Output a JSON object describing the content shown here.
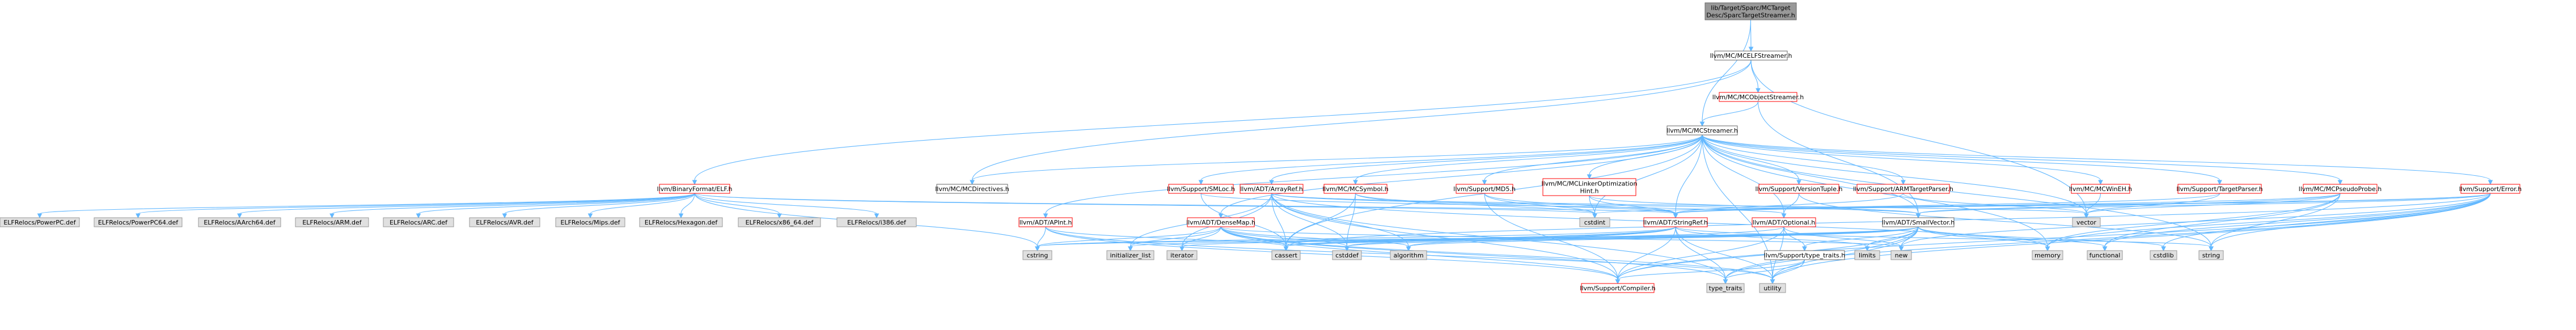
{
  "colors": {
    "root_fill": "#999999",
    "root_border": "#666666",
    "link_fill": "#ffffff",
    "link_border": "#666666",
    "red_border": "#ff0000",
    "ext_fill": "#e0e0e0",
    "ext_border": "#999999",
    "edge": "#63b8ff"
  },
  "nodes": [
    {
      "id": "root",
      "label": "lib/Target/Sparc/MCTarget\nDesc/SparcTargetStreamer.h",
      "kind": "root"
    },
    {
      "id": "mcelf",
      "label": "llvm/MC/MCELFStreamer.h",
      "kind": "link"
    },
    {
      "id": "mcobj",
      "label": "llvm/MC/MCObjectStreamer.h",
      "kind": "red"
    },
    {
      "id": "mcstreamer",
      "label": "llvm/MC/MCStreamer.h",
      "kind": "link"
    },
    {
      "id": "bfelf",
      "label": "llvm/BinaryFormat/ELF.h",
      "kind": "red"
    },
    {
      "id": "mcdirectives",
      "label": "llvm/MC/MCDirectives.h",
      "kind": "link"
    },
    {
      "id": "smloc",
      "label": "llvm/Support/SMLoc.h",
      "kind": "red"
    },
    {
      "id": "arrayref",
      "label": "llvm/ADT/ArrayRef.h",
      "kind": "red"
    },
    {
      "id": "mcsymbol",
      "label": "llvm/MC/MCSymbol.h",
      "kind": "red"
    },
    {
      "id": "md5",
      "label": "llvm/Support/MD5.h",
      "kind": "red"
    },
    {
      "id": "linkeropt",
      "label": "llvm/MC/MCLinkerOptimization\nHint.h",
      "kind": "red"
    },
    {
      "id": "versiontuple",
      "label": "llvm/Support/VersionTuple.h",
      "kind": "red"
    },
    {
      "id": "armtp",
      "label": "llvm/Support/ARMTargetParser.h",
      "kind": "red"
    },
    {
      "id": "mcwineh",
      "label": "llvm/MC/MCWinEH.h",
      "kind": "red"
    },
    {
      "id": "targetparser",
      "label": "llvm/Support/TargetParser.h",
      "kind": "red"
    },
    {
      "id": "pseudoprobe",
      "label": "llvm/MC/MCPseudoProbe.h",
      "kind": "red"
    },
    {
      "id": "error",
      "label": "llvm/Support/Error.h",
      "kind": "red"
    },
    {
      "id": "apint",
      "label": "llvm/ADT/APInt.h",
      "kind": "red"
    },
    {
      "id": "densemap",
      "label": "llvm/ADT/DenseMap.h",
      "kind": "red"
    },
    {
      "id": "stringref",
      "label": "llvm/ADT/StringRef.h",
      "kind": "red"
    },
    {
      "id": "optional",
      "label": "llvm/ADT/Optional.h",
      "kind": "red"
    },
    {
      "id": "smallvector",
      "label": "llvm/ADT/SmallVector.h",
      "kind": "link"
    },
    {
      "id": "typetraitsh",
      "label": "llvm/Support/type_traits.h",
      "kind": "link"
    },
    {
      "id": "compiler",
      "label": "llvm/Support/Compiler.h",
      "kind": "red"
    },
    {
      "id": "cstdint",
      "label": "cstdint",
      "kind": "ext"
    },
    {
      "id": "vector",
      "label": "vector",
      "kind": "ext"
    },
    {
      "id": "ppc",
      "label": "ELFRelocs/PowerPC.def",
      "kind": "ext"
    },
    {
      "id": "ppc64",
      "label": "ELFRelocs/PowerPC64.def",
      "kind": "ext"
    },
    {
      "id": "aarch64",
      "label": "ELFRelocs/AArch64.def",
      "kind": "ext"
    },
    {
      "id": "armdef",
      "label": "ELFRelocs/ARM.def",
      "kind": "ext"
    },
    {
      "id": "arcdef",
      "label": "ELFRelocs/ARC.def",
      "kind": "ext"
    },
    {
      "id": "avrdef",
      "label": "ELFRelocs/AVR.def",
      "kind": "ext"
    },
    {
      "id": "mipsdef",
      "label": "ELFRelocs/Mips.def",
      "kind": "ext"
    },
    {
      "id": "hexdef",
      "label": "ELFRelocs/Hexagon.def",
      "kind": "ext"
    },
    {
      "id": "x8664def",
      "label": "ELFRelocs/x86_64.def",
      "kind": "ext"
    },
    {
      "id": "i386def",
      "label": "ELFRelocs/i386.def",
      "kind": "ext"
    },
    {
      "id": "cstring",
      "label": "cstring",
      "kind": "ext"
    },
    {
      "id": "initlist",
      "label": "initializer_list",
      "kind": "ext"
    },
    {
      "id": "iterator",
      "label": "iterator",
      "kind": "ext"
    },
    {
      "id": "cassert",
      "label": "cassert",
      "kind": "ext"
    },
    {
      "id": "cstddef",
      "label": "cstddef",
      "kind": "ext"
    },
    {
      "id": "algorithm",
      "label": "algorithm",
      "kind": "ext"
    },
    {
      "id": "limits",
      "label": "limits",
      "kind": "ext"
    },
    {
      "id": "new",
      "label": "new",
      "kind": "ext"
    },
    {
      "id": "memory",
      "label": "memory",
      "kind": "ext"
    },
    {
      "id": "functional",
      "label": "functional",
      "kind": "ext"
    },
    {
      "id": "cstdlib",
      "label": "cstdlib",
      "kind": "ext"
    },
    {
      "id": "string",
      "label": "string",
      "kind": "ext"
    },
    {
      "id": "typetraits",
      "label": "type_traits",
      "kind": "ext"
    },
    {
      "id": "utility",
      "label": "utility",
      "kind": "ext"
    }
  ],
  "edges": [
    [
      "root",
      "mcelf"
    ],
    [
      "root",
      "mcstreamer"
    ],
    [
      "mcelf",
      "mcobj"
    ],
    [
      "mcelf",
      "bfelf"
    ],
    [
      "mcelf",
      "mcdirectives"
    ],
    [
      "mcelf",
      "vector"
    ],
    [
      "mcobj",
      "mcstreamer"
    ],
    [
      "mcobj",
      "smallvector"
    ],
    [
      "mcstreamer",
      "mcdirectives"
    ],
    [
      "mcstreamer",
      "smloc"
    ],
    [
      "mcstreamer",
      "arrayref"
    ],
    [
      "mcstreamer",
      "mcsymbol"
    ],
    [
      "mcstreamer",
      "md5"
    ],
    [
      "mcstreamer",
      "linkeropt"
    ],
    [
      "mcstreamer",
      "versiontuple"
    ],
    [
      "mcstreamer",
      "armtp"
    ],
    [
      "mcstreamer",
      "mcwineh"
    ],
    [
      "mcstreamer",
      "targetparser"
    ],
    [
      "mcstreamer",
      "pseudoprobe"
    ],
    [
      "mcstreamer",
      "error"
    ],
    [
      "mcstreamer",
      "apint"
    ],
    [
      "mcstreamer",
      "densemap"
    ],
    [
      "mcstreamer",
      "stringref"
    ],
    [
      "mcstreamer",
      "optional"
    ],
    [
      "mcstreamer",
      "smallvector"
    ],
    [
      "mcstreamer",
      "cstdint"
    ],
    [
      "mcstreamer",
      "vector"
    ],
    [
      "mcstreamer",
      "cassert"
    ],
    [
      "mcstreamer",
      "memory"
    ],
    [
      "mcstreamer",
      "string"
    ],
    [
      "mcstreamer",
      "utility"
    ],
    [
      "bfelf",
      "ppc"
    ],
    [
      "bfelf",
      "ppc64"
    ],
    [
      "bfelf",
      "aarch64"
    ],
    [
      "bfelf",
      "armdef"
    ],
    [
      "bfelf",
      "arcdef"
    ],
    [
      "bfelf",
      "avrdef"
    ],
    [
      "bfelf",
      "mipsdef"
    ],
    [
      "bfelf",
      "hexdef"
    ],
    [
      "bfelf",
      "x8664def"
    ],
    [
      "bfelf",
      "i386def"
    ],
    [
      "bfelf",
      "stringref"
    ],
    [
      "bfelf",
      "cstdint"
    ],
    [
      "bfelf",
      "cstring"
    ],
    [
      "smloc",
      "optional"
    ],
    [
      "smloc",
      "cassert"
    ],
    [
      "arrayref",
      "compiler"
    ],
    [
      "arrayref",
      "smallvector"
    ],
    [
      "arrayref",
      "algorithm"
    ],
    [
      "arrayref",
      "array_placeholder"
    ],
    [
      "arrayref",
      "cassert"
    ],
    [
      "arrayref",
      "cstddef"
    ],
    [
      "arrayref",
      "initlist"
    ],
    [
      "arrayref",
      "iterator"
    ],
    [
      "arrayref",
      "memory"
    ],
    [
      "arrayref",
      "typetraits"
    ],
    [
      "arrayref",
      "vector"
    ],
    [
      "mcsymbol",
      "stringref"
    ],
    [
      "mcsymbol",
      "cassert"
    ],
    [
      "mcsymbol",
      "cstddef"
    ],
    [
      "mcsymbol",
      "cstdint"
    ],
    [
      "md5",
      "stringref"
    ],
    [
      "md5",
      "cstdint"
    ],
    [
      "md5",
      "compiler"
    ],
    [
      "linkeropt",
      "stringref"
    ],
    [
      "linkeropt",
      "smallvector"
    ],
    [
      "linkeropt",
      "cstdint"
    ],
    [
      "versiontuple",
      "optional"
    ],
    [
      "versiontuple",
      "string"
    ],
    [
      "armtp",
      "stringref"
    ],
    [
      "armtp",
      "vector"
    ],
    [
      "mcwineh",
      "vector"
    ],
    [
      "targetparser",
      "stringref"
    ],
    [
      "targetparser",
      "vector"
    ],
    [
      "pseudoprobe",
      "smallvector"
    ],
    [
      "pseudoprobe",
      "stringref"
    ],
    [
      "pseudoprobe",
      "memory"
    ],
    [
      "pseudoprobe",
      "string"
    ],
    [
      "pseudoprobe",
      "vector"
    ],
    [
      "pseudoprobe",
      "functional"
    ],
    [
      "error",
      "stringref"
    ],
    [
      "error",
      "smallvector"
    ],
    [
      "error",
      "compiler"
    ],
    [
      "error",
      "cassert"
    ],
    [
      "error",
      "cstdint"
    ],
    [
      "error",
      "cstdlib"
    ],
    [
      "error",
      "functional"
    ],
    [
      "error",
      "memory"
    ],
    [
      "error",
      "new"
    ],
    [
      "error",
      "string"
    ],
    [
      "error",
      "typetraits"
    ],
    [
      "error",
      "utility"
    ],
    [
      "apint",
      "compiler"
    ],
    [
      "apint",
      "cassert"
    ],
    [
      "apint",
      "cstring"
    ],
    [
      "apint",
      "utility"
    ],
    [
      "densemap",
      "compiler"
    ],
    [
      "densemap",
      "algorithm"
    ],
    [
      "densemap",
      "cassert"
    ],
    [
      "densemap",
      "cstddef"
    ],
    [
      "densemap",
      "cstring"
    ],
    [
      "densemap",
      "initlist"
    ],
    [
      "densemap",
      "iterator"
    ],
    [
      "densemap",
      "new"
    ],
    [
      "densemap",
      "typetraits"
    ],
    [
      "densemap",
      "utility"
    ],
    [
      "stringref",
      "compiler"
    ],
    [
      "stringref",
      "algorithm"
    ],
    [
      "stringref",
      "cassert"
    ],
    [
      "stringref",
      "cstddef"
    ],
    [
      "stringref",
      "cstring"
    ],
    [
      "stringref",
      "limits"
    ],
    [
      "stringref",
      "string"
    ],
    [
      "stringref",
      "typetraits"
    ],
    [
      "stringref",
      "utility"
    ],
    [
      "optional",
      "compiler"
    ],
    [
      "optional",
      "typetraitsh"
    ],
    [
      "optional",
      "cassert"
    ],
    [
      "optional",
      "new"
    ],
    [
      "optional",
      "utility"
    ],
    [
      "smallvector",
      "compiler"
    ],
    [
      "smallvector",
      "typetraitsh"
    ],
    [
      "smallvector",
      "algorithm"
    ],
    [
      "smallvector",
      "cassert"
    ],
    [
      "smallvector",
      "cstddef"
    ],
    [
      "smallvector",
      "cstdlib"
    ],
    [
      "smallvector",
      "cstring"
    ],
    [
      "smallvector",
      "functional"
    ],
    [
      "smallvector",
      "initlist"
    ],
    [
      "smallvector",
      "iterator"
    ],
    [
      "smallvector",
      "limits"
    ],
    [
      "smallvector",
      "memory"
    ],
    [
      "smallvector",
      "new"
    ],
    [
      "smallvector",
      "typetraits"
    ],
    [
      "smallvector",
      "utility"
    ],
    [
      "typetraitsh",
      "compiler"
    ],
    [
      "typetraitsh",
      "typetraits"
    ],
    [
      "typetraitsh",
      "utility"
    ]
  ]
}
